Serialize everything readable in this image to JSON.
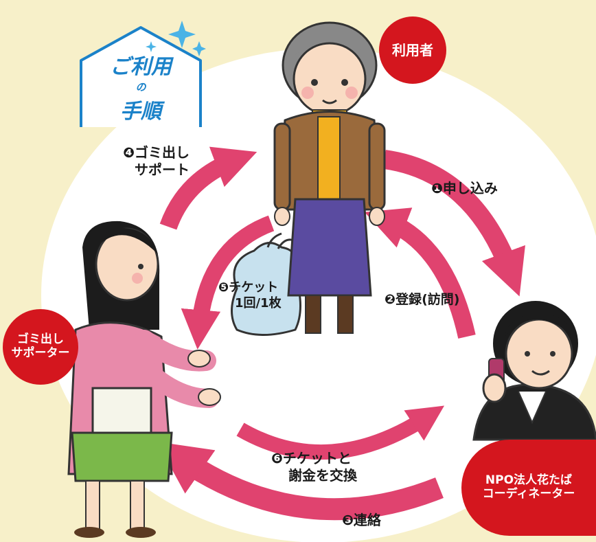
{
  "title": {
    "line1": "ご利用",
    "line2": "の",
    "line3": "手順"
  },
  "roles": {
    "user": "利用者",
    "supporter_line1": "ゴミ出し",
    "supporter_line2": "サポーター",
    "npo_line1": "NPO法人花たば",
    "npo_line2": "コーディネーター"
  },
  "steps": {
    "step1": "❶申し込み",
    "step2": "❷登録(訪問)",
    "step3": "❸連絡",
    "step4_line1": "❹ゴミ出し",
    "step4_line2": "サポート",
    "step5_line1": "❺チケット",
    "step5_line2": "1回/1枚",
    "step6_line1": "❻チケットと",
    "step6_line2": "謝金を交換"
  },
  "colors": {
    "background": "#f7f0c9",
    "arrow": "#e0436f",
    "role_badge": "#d4161e",
    "title_blue": "#1b82c9"
  }
}
